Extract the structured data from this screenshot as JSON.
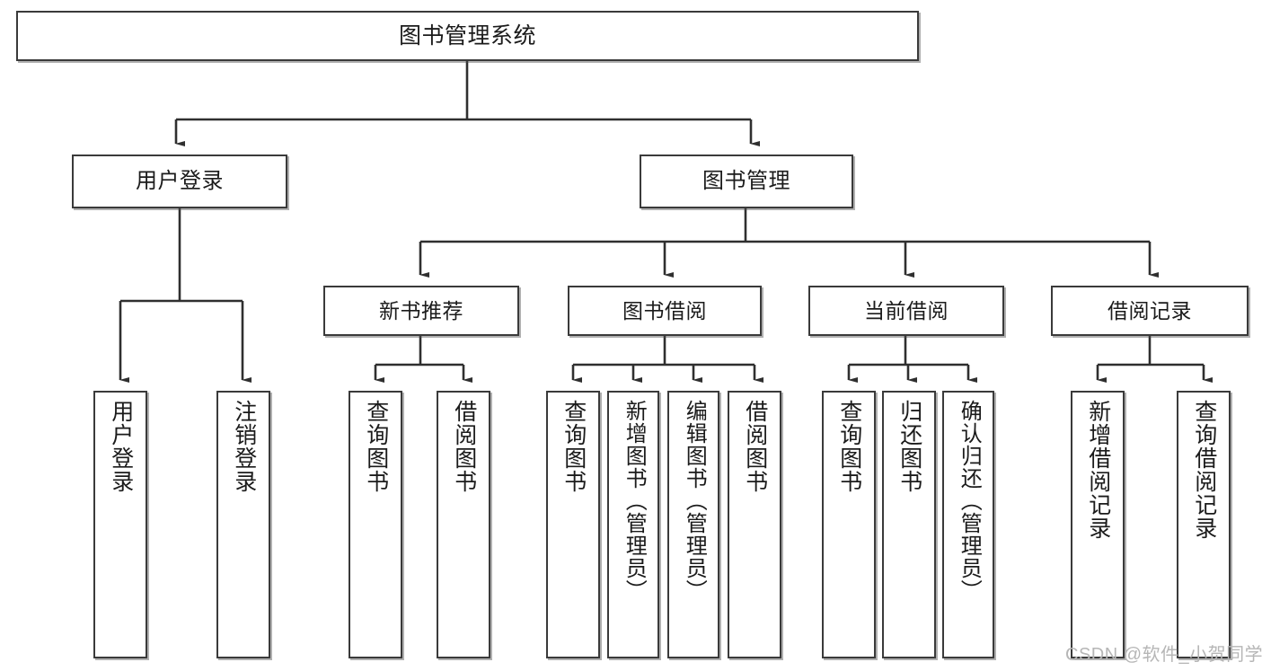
{
  "diagram": {
    "title": "图书管理系统",
    "type": "tree",
    "root": {
      "label": "图书管理系统"
    },
    "level2": [
      {
        "label": "用户登录"
      },
      {
        "label": "图书管理"
      }
    ],
    "level3": [
      {
        "label": "新书推荐"
      },
      {
        "label": "图书借阅"
      },
      {
        "label": "当前借阅"
      },
      {
        "label": "借阅记录"
      }
    ],
    "leaves": {
      "user_login": [
        {
          "label": "用户登录"
        },
        {
          "label": "注销登录"
        }
      ],
      "new_book_recommend": [
        {
          "label": "查询图书"
        },
        {
          "label": "借阅图书"
        }
      ],
      "book_borrow": [
        {
          "label": "查询图书"
        },
        {
          "label": "新增图书（管理员）"
        },
        {
          "label": "编辑图书（管理员）"
        },
        {
          "label": "借阅图书"
        }
      ],
      "current_borrow": [
        {
          "label": "查询图书"
        },
        {
          "label": "归还图书"
        },
        {
          "label": "确认归还（管理员）"
        }
      ],
      "borrow_record": [
        {
          "label": "新增借阅记录"
        },
        {
          "label": "查询借阅记录"
        }
      ]
    }
  },
  "watermark": {
    "text": "CSDN @软件_小贺同学"
  },
  "colors": {
    "border": "#3a3a3a",
    "text": "#1b1b1b",
    "background": "#ffffff",
    "watermark": "#b6b6b6"
  }
}
